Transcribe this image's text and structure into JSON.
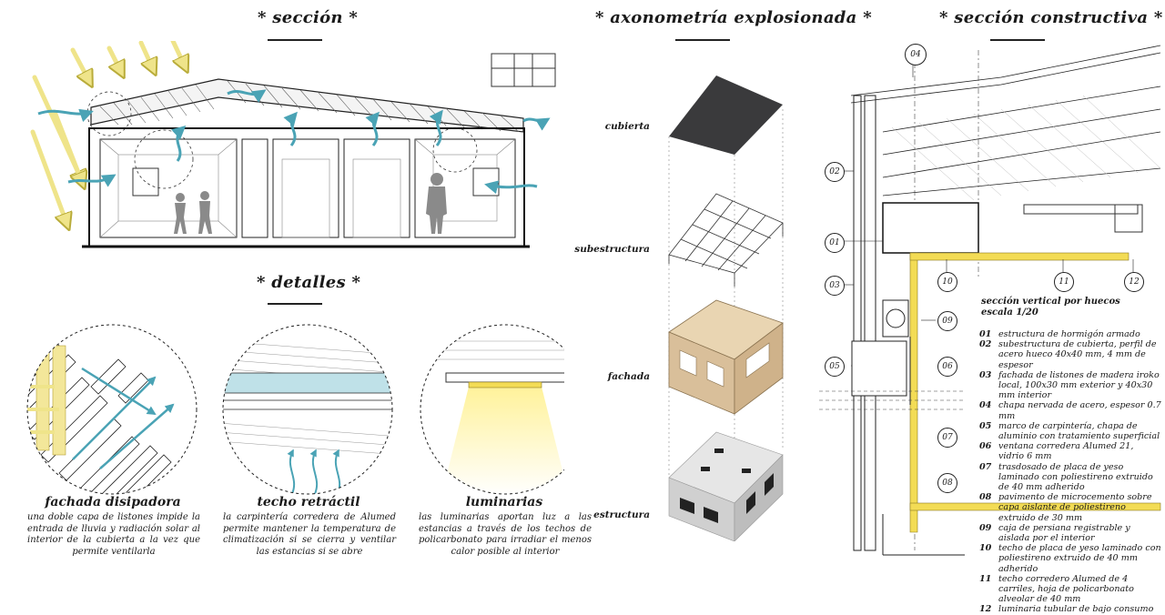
{
  "titles": {
    "seccion": "* sección *",
    "detalles": "* detalles *",
    "axonometria": "* axonometría explosionada *",
    "constructiva": "* sección constructiva *"
  },
  "details": [
    {
      "title": "fachada disipadora",
      "text": "una doble capa de listones impide la entrada de lluvia y radiación solar al interior de la cubierta a la vez que permite ventilarla"
    },
    {
      "title": "techo retráctil",
      "text": "la carpintería corredera de Alumed permite mantener la temperatura de climatización si se cierra y ventilar las estancias si se abre"
    },
    {
      "title": "luminarias",
      "text": "las luminarias aportan luz a las estancias a través de los techos de policarbonato para irradiar el menos calor posible al interior"
    }
  ],
  "axo_labels": {
    "cubierta": "cubierta",
    "subestructura": "subestructura",
    "fachada": "fachada",
    "estructura": "estructura"
  },
  "section_callouts": [
    "04",
    "02",
    "01",
    "03",
    "05",
    "06",
    "07",
    "08",
    "09",
    "10",
    "11",
    "12"
  ],
  "legend": {
    "title_line1": "sección vertical por huecos",
    "title_line2": "escala 1/20",
    "items": [
      {
        "num": "01",
        "text": "estructura de hormigón armado"
      },
      {
        "num": "02",
        "text": "subestructura de cubierta, perfil de acero hueco 40x40 mm, 4 mm de espesor"
      },
      {
        "num": "03",
        "text": "fachada de listones de madera iroko local, 100x30 mm exterior y 40x30 mm interior"
      },
      {
        "num": "04",
        "text": "chapa nervada de acero, espesor 0.7 mm"
      },
      {
        "num": "05",
        "text": "marco de carpintería, chapa de aluminio con tratamiento superficial"
      },
      {
        "num": "06",
        "text": "ventana corredera Alumed 21, vidrio 6 mm"
      },
      {
        "num": "07",
        "text": "trasdosado de placa de yeso laminado con poliestireno extruido de 40 mm adherido"
      },
      {
        "num": "08",
        "text": "pavimento de microcemento sobre capa aislante de poliestireno extruido de 30 mm"
      },
      {
        "num": "09",
        "text": "caja de persiana registrable y aislada por el interior"
      },
      {
        "num": "10",
        "text": "techo de placa de yeso laminado con poliestireno extruido de 40 mm adherido"
      },
      {
        "num": "11",
        "text": "techo corredero Alumed de 4 carriles, hoja de policarbonato alveolar de 40 mm"
      },
      {
        "num": "12",
        "text": "luminaria tubular de bajo consumo"
      }
    ]
  },
  "colors": {
    "sun": "#efe48a",
    "air": "#4aa3b5",
    "insulation": "#f3dc55",
    "wood": "#d9bf9a",
    "roof": "#3a3a3c",
    "light": "#fff29a"
  }
}
